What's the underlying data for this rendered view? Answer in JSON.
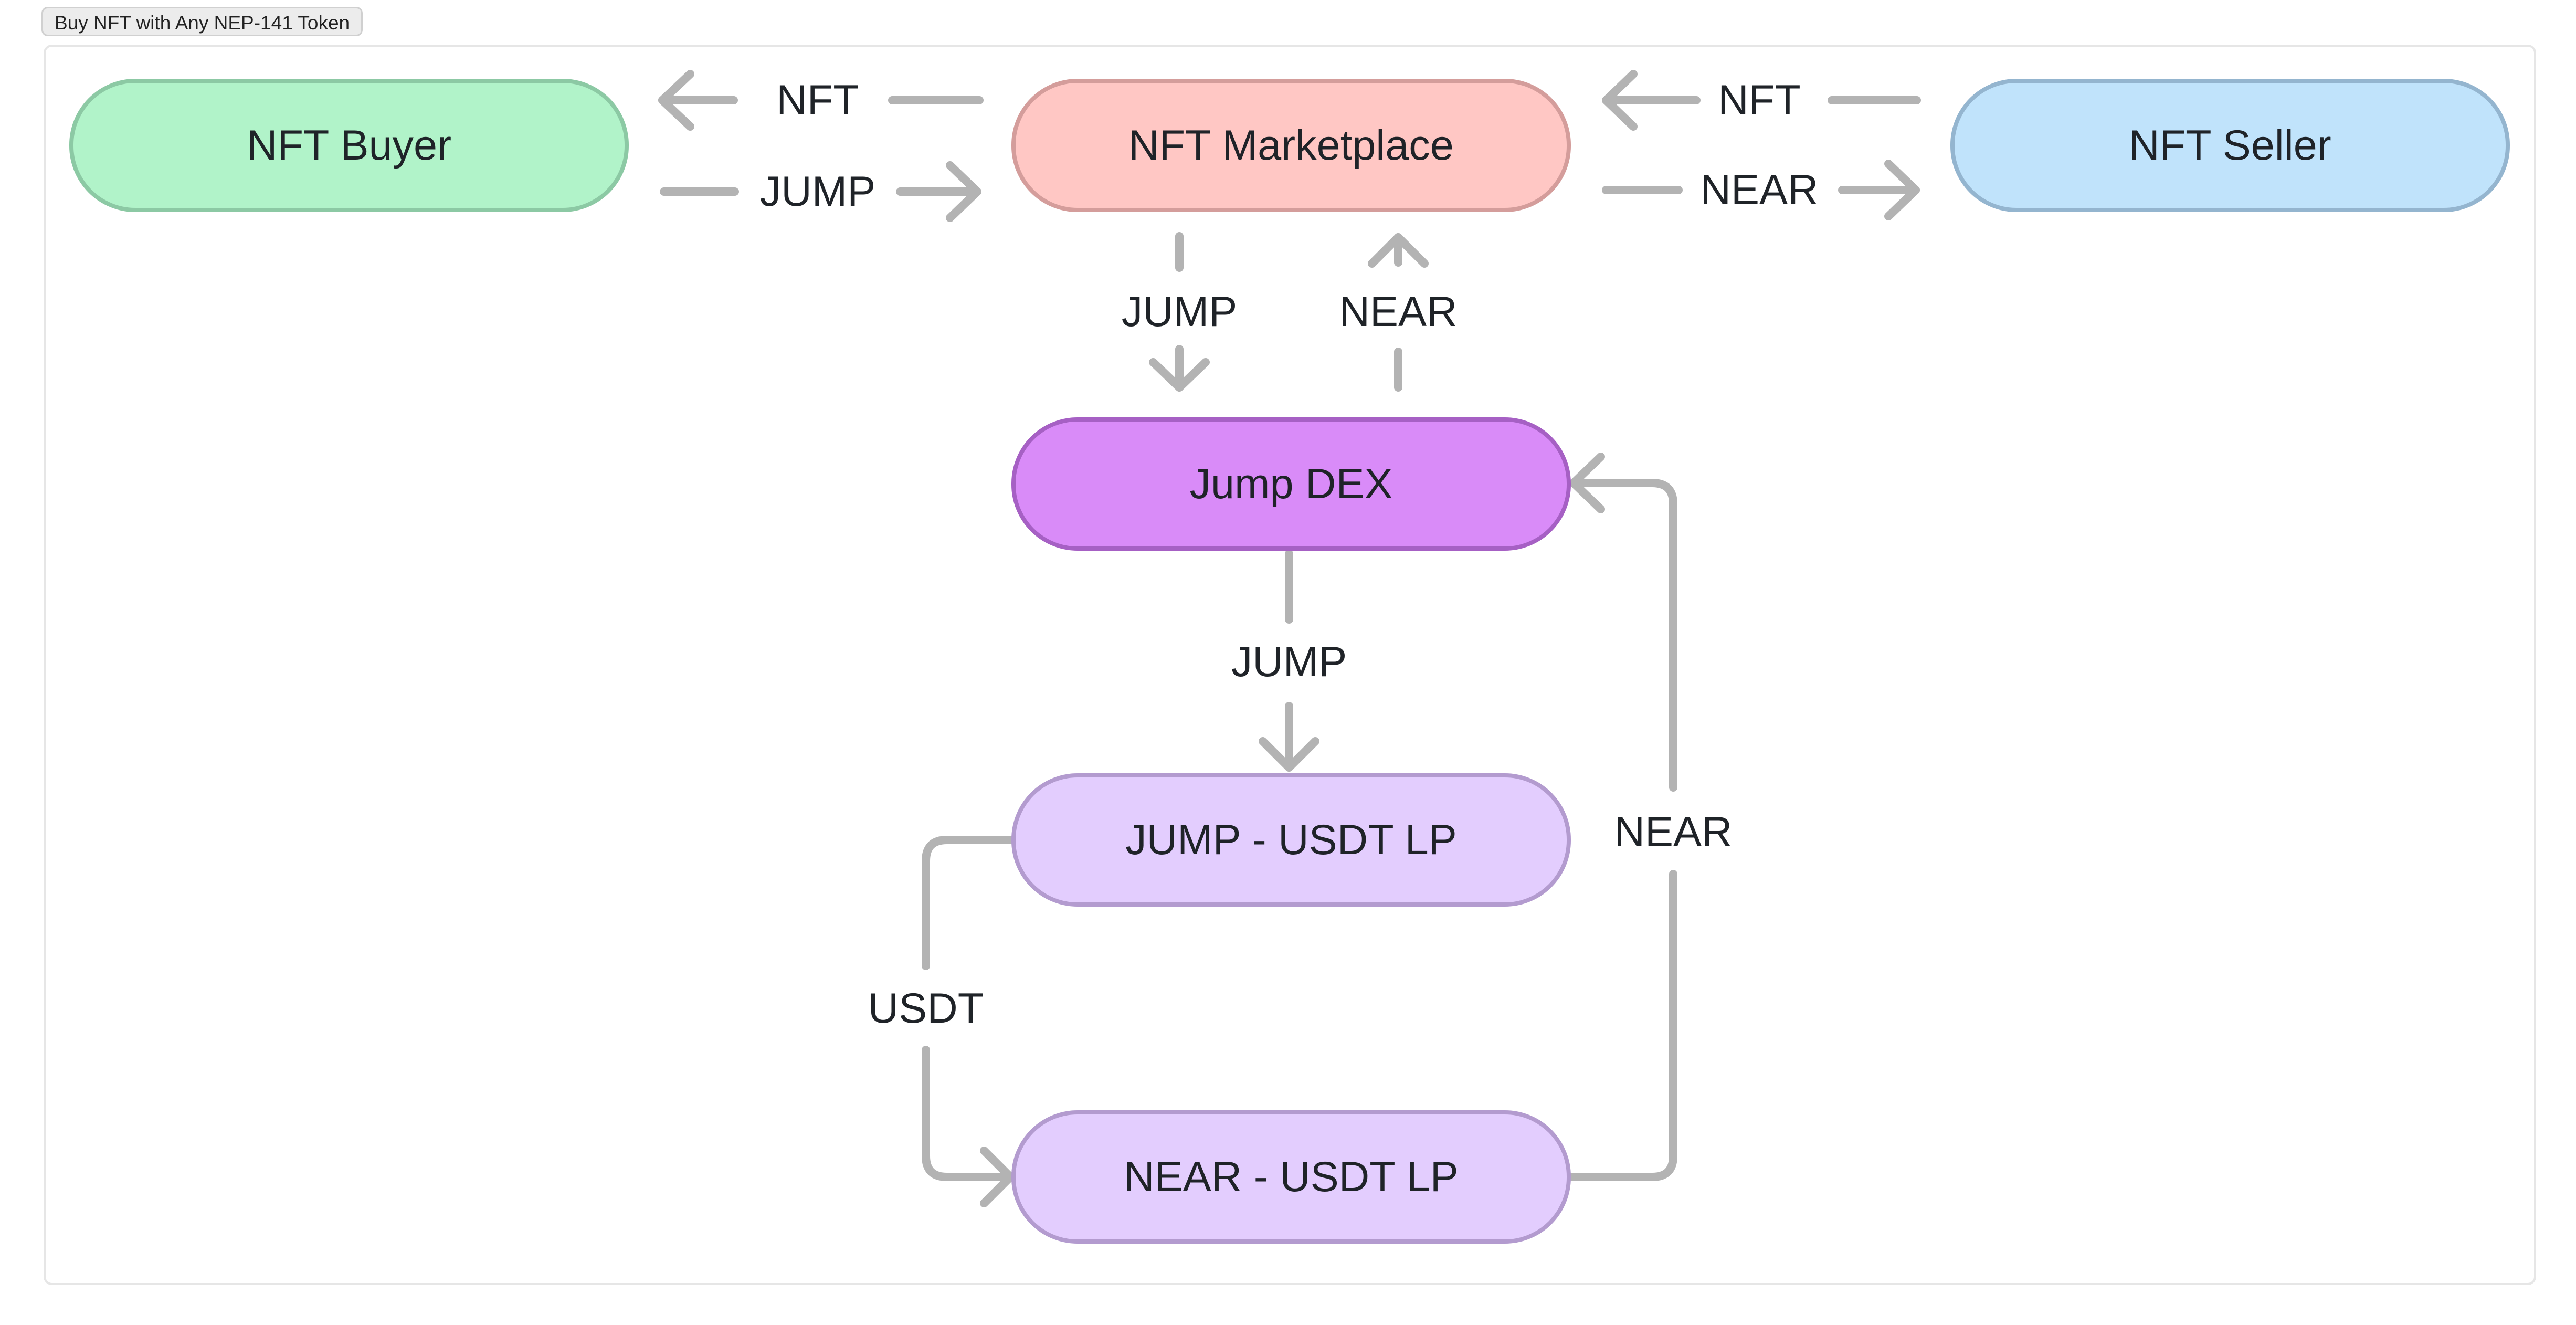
{
  "diagram": {
    "title": "Buy NFT with Any NEP-141 Token",
    "nodes": {
      "buyer": {
        "label": "NFT Buyer",
        "fill": "#b1f3c9",
        "border": "#8cc9a4"
      },
      "marketplace": {
        "label": "NFT Marketplace",
        "fill": "#ffc7c4",
        "border": "#d49d9b"
      },
      "seller": {
        "label": "NFT Seller",
        "fill": "#c0e3fb",
        "border": "#94b5cf"
      },
      "dex": {
        "label": "Jump DEX",
        "fill": "#d98bf8",
        "border": "#a660c4"
      },
      "jump_lp": {
        "label": "JUMP - USDT LP",
        "fill": "#e3cdfe",
        "border": "#b39bcf"
      },
      "near_lp": {
        "label": "NEAR - USDT LP",
        "fill": "#e3cdfe",
        "border": "#b39bcf"
      }
    },
    "edges": [
      {
        "from": "marketplace",
        "to": "buyer",
        "label": "NFT",
        "style": "solid"
      },
      {
        "from": "buyer",
        "to": "marketplace",
        "label": "JUMP",
        "style": "solid"
      },
      {
        "from": "seller",
        "to": "marketplace",
        "label": "NFT",
        "style": "solid"
      },
      {
        "from": "marketplace",
        "to": "seller",
        "label": "NEAR",
        "style": "solid"
      },
      {
        "from": "marketplace",
        "to": "dex",
        "label": "JUMP",
        "style": "dashed"
      },
      {
        "from": "dex",
        "to": "marketplace",
        "label": "NEAR",
        "style": "dashed"
      },
      {
        "from": "dex",
        "to": "jump_lp",
        "label": "JUMP",
        "style": "solid"
      },
      {
        "from": "jump_lp",
        "to": "near_lp",
        "label": "USDT",
        "style": "solid"
      },
      {
        "from": "near_lp",
        "to": "dex",
        "label": "NEAR",
        "style": "solid"
      }
    ],
    "edge_color": "#b3b3b3"
  }
}
